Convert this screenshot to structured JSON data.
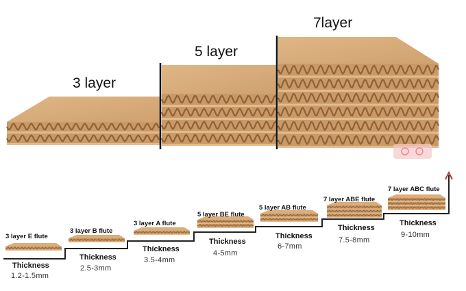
{
  "top_section": {
    "layers": [
      {
        "label": "3 layer",
        "plies": 3
      },
      {
        "label": "5 layer",
        "plies": 5
      },
      {
        "label": "7layer",
        "plies": 7
      }
    ]
  },
  "bottom_section": {
    "steps": [
      {
        "flute": "3 layer E flute",
        "thickness_label": "Thickness",
        "thickness_value": "1.2-1.5mm"
      },
      {
        "flute": "3 layer B flute",
        "thickness_label": "Thickness",
        "thickness_value": "2.5-3mm"
      },
      {
        "flute": "3 layer A flute",
        "thickness_label": "Thickness",
        "thickness_value": "3.5-4mm"
      },
      {
        "flute": "5 layer BE flute",
        "thickness_label": "Thickness",
        "thickness_value": "4-5mm"
      },
      {
        "flute": "5 layer AB flute",
        "thickness_label": "Thickness",
        "thickness_value": "6-7mm"
      },
      {
        "flute": "7 layer ABE flute",
        "thickness_label": "Thickness",
        "thickness_value": "7.5-8mm"
      },
      {
        "flute": "7 layer ABC flute",
        "thickness_label": "Thickness",
        "thickness_value": "9-10mm"
      }
    ]
  },
  "colors": {
    "board_top": "#d9ad7c",
    "board_light": "#e2bb8e",
    "board_mid": "#c99a68",
    "board_dark": "#8f6234",
    "divider": "#111111",
    "step_line": "#222222",
    "arrow": "#b23a3a"
  }
}
